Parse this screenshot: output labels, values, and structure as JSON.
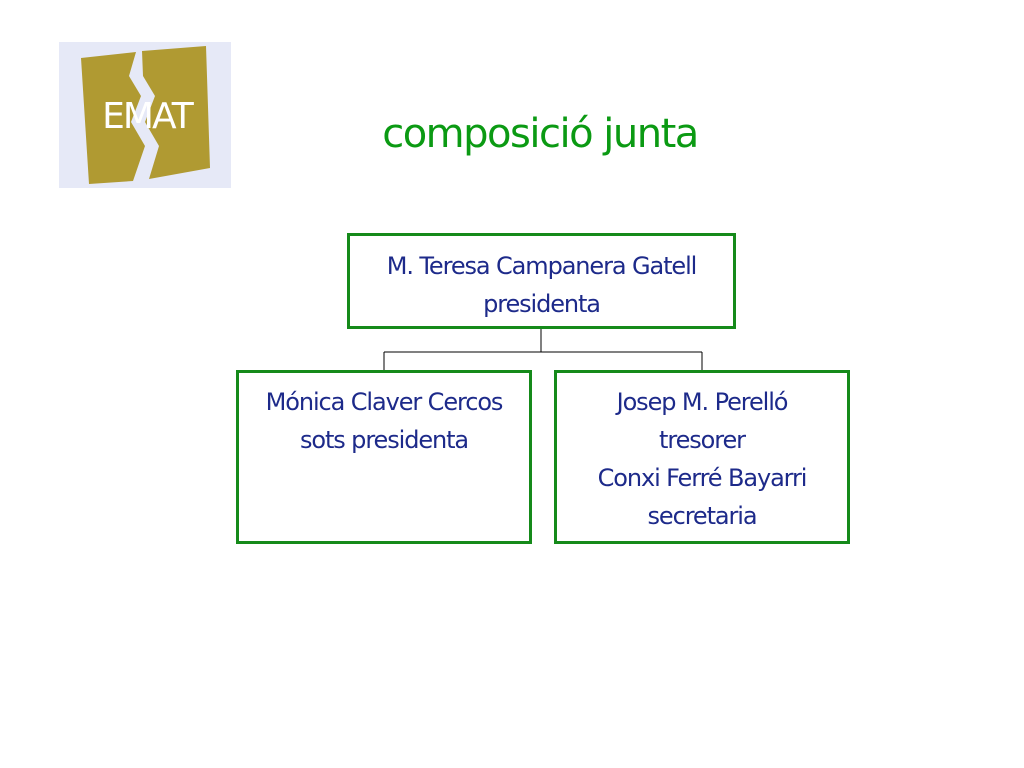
{
  "logo": {
    "text": "EMAT"
  },
  "title": "composició junta",
  "org_chart": {
    "top": {
      "name": "M. Teresa Campanera Gatell",
      "role": "presidenta"
    },
    "left": {
      "name": "Mónica Claver Cercos",
      "role": "sots presidenta"
    },
    "right": {
      "name": "Josep M. Perelló",
      "role": "tresorer",
      "name2": "Conxi Ferré Bayarri",
      "role2": "secretaria"
    }
  },
  "colors": {
    "title": "#0b9a13",
    "box_border": "#158a1a",
    "box_text": "#1d2a8a",
    "logo_background": "#e6e9f7",
    "logo_square": "#b09a32"
  }
}
